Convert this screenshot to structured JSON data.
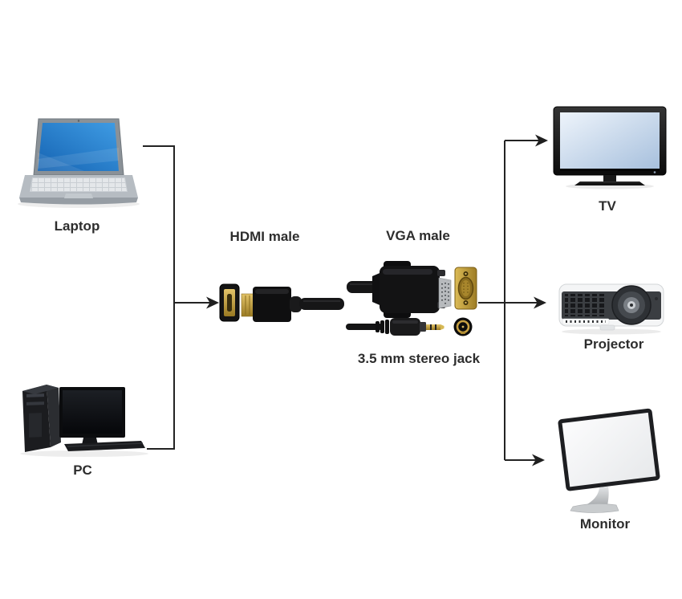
{
  "diagram": {
    "sources": [
      {
        "id": "laptop",
        "label": "Laptop"
      },
      {
        "id": "pc",
        "label": "PC"
      }
    ],
    "adapter": {
      "hdmi_label": "HDMI male",
      "vga_label": "VGA male",
      "jack_label": "3.5 mm stereo jack"
    },
    "outputs": [
      {
        "id": "tv",
        "label": "TV"
      },
      {
        "id": "projector",
        "label": "Projector"
      },
      {
        "id": "monitor",
        "label": "Monitor"
      }
    ],
    "colors": {
      "background": "#ffffff",
      "connector_line": "#232323",
      "label_text": "#2d2d2d",
      "laptop_screen_blue": "#2b8ad6",
      "tv_screen_blue": "#b8cde6",
      "gold": "#c7a042",
      "device_black": "#121214",
      "projector_body_white": "#f4f5f6",
      "monitor_screen_white": "#f2f3f4"
    }
  }
}
